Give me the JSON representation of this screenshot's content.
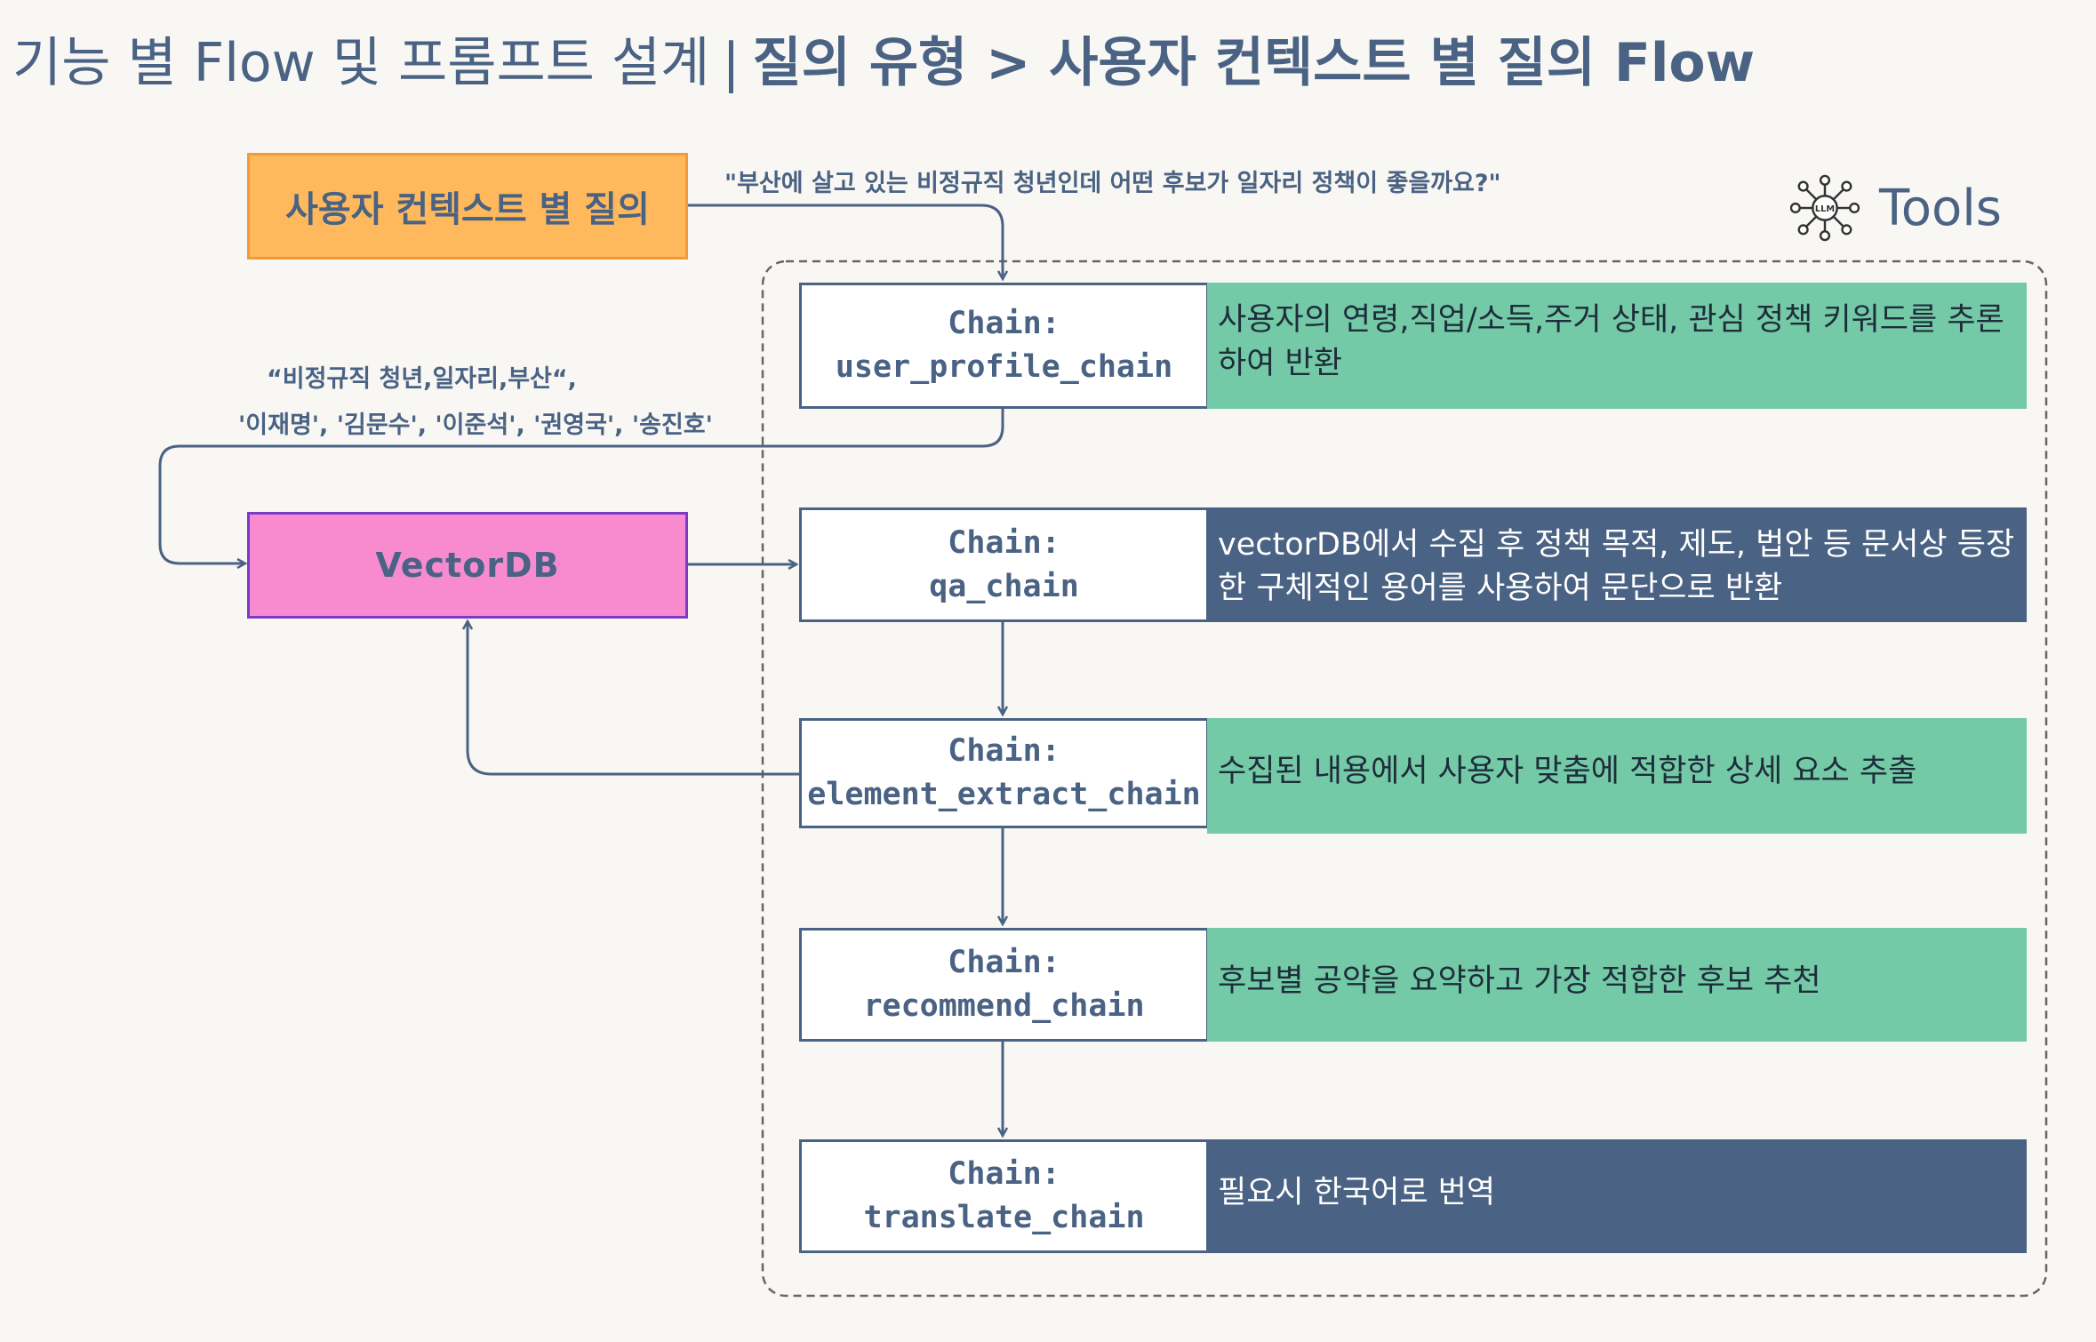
{
  "title": {
    "prefix": "기능 별 Flow 및 프롬프트 설계",
    "separator": "|",
    "main": "질의 유형 > 사용자 컨텍스트 별 질의 Flow"
  },
  "nodes": {
    "query": "사용자 컨텍스트 별 질의",
    "vectordb": "VectorDB"
  },
  "annotations": {
    "sample_question": "\"부산에 살고 있는 비정규직 청년인데 어떤 후보가 일자리 정책이 좋을까요?\"",
    "keywords_line1": "“비정규직 청년,일자리,부산“,",
    "keywords_line2": "'이재명', '김문수', '이준석', '권영국', '송진호'"
  },
  "tools": {
    "label": "Tools",
    "icon": "llm-network-icon",
    "icon_text": "LLM"
  },
  "chains": [
    {
      "prefix": "Chain:",
      "name": "user_profile_chain",
      "description": "사용자의 연령,직업/소득,주거 상태, 관심 정책 키워드를 추론하여 반환",
      "color": "#74c9a7"
    },
    {
      "prefix": "Chain:",
      "name": "qa_chain",
      "description": "vectorDB에서 수집 후 정책 목적, 제도, 법안 등 문서상 등장한 구체적인 용어를 사용하여 문단으로 반환",
      "color": "#4a6283"
    },
    {
      "prefix": "Chain:",
      "name": "element_extract_chain",
      "description": "수집된 내용에서 사용자 맞춤에 적합한 상세 요소 추출",
      "color": "#74c9a7"
    },
    {
      "prefix": "Chain:",
      "name": "recommend_chain",
      "description": "후보별 공약을 요약하고 가장 적합한 후보 추천",
      "color": "#74c9a7"
    },
    {
      "prefix": "Chain:",
      "name": "translate_chain",
      "description": "필요시 한국어로 번역",
      "color": "#4a6283"
    }
  ],
  "colors": {
    "accent": "#4a6283",
    "query_fill": "#ffb95c",
    "query_border": "#f39a38",
    "vectordb_fill": "#f88bd0",
    "vectordb_border": "#7a3cc8",
    "green": "#74c9a7",
    "background": "#f8f7f3"
  }
}
